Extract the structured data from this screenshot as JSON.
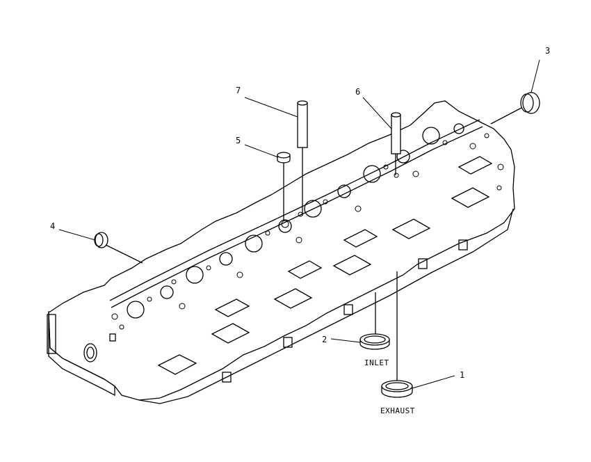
{
  "diagram": {
    "callouts": {
      "c1": "1",
      "c2": "2",
      "c3": "3",
      "c4": "4",
      "c5": "5",
      "c6": "6",
      "c7": "7"
    },
    "part_labels": {
      "inlet": "INLET",
      "exhaust": "EXHAUST"
    }
  }
}
